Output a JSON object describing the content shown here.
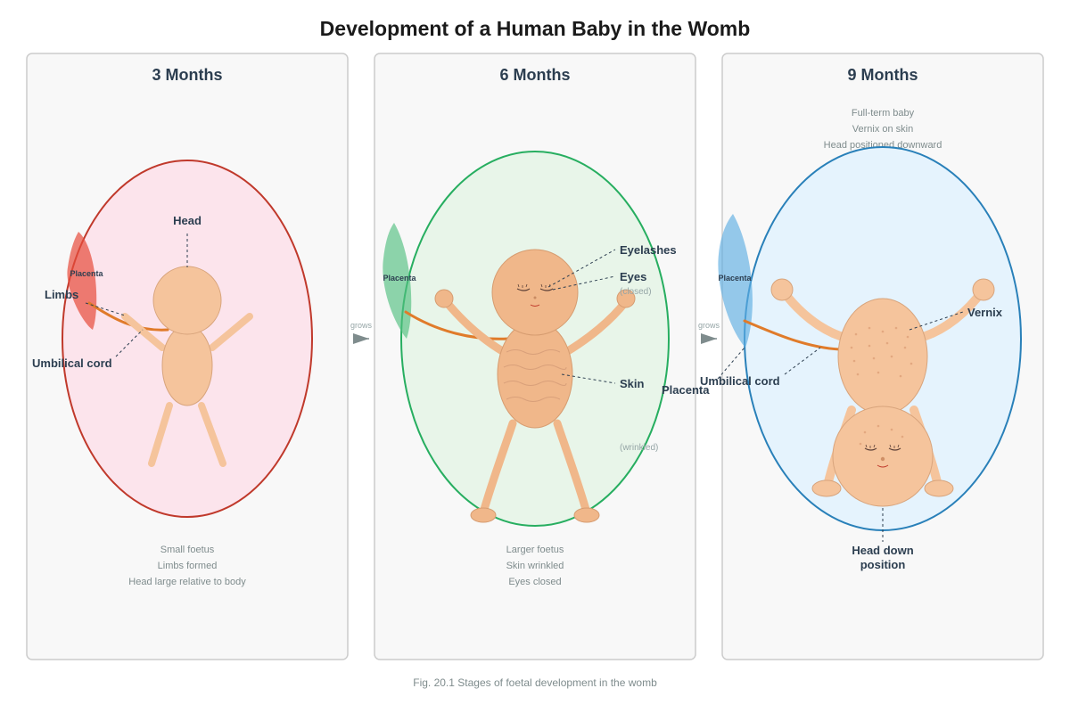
{
  "title": "Development of a Human Baby in the Womb",
  "caption": "Fig. 20.1 Stages of foetal development in the womb",
  "arrows": [
    "grows",
    "grows"
  ],
  "panels": [
    {
      "title": "3 Months",
      "placenta": "Placenta",
      "labels": {
        "head": "Head",
        "limbs": "Limbs",
        "cord": "Umbilical cord"
      },
      "notes": [
        "Small foetus",
        "Limbs formed",
        "Head large relative to body"
      ]
    },
    {
      "title": "6 Months",
      "placenta": "Placenta",
      "labels": {
        "eyelashes": "Eyelashes",
        "eyes": "Eyes",
        "eyes_sub": "(closed)",
        "skin": "Skin",
        "skin_sub": "(wrinkled)"
      },
      "notes": [
        "Larger foetus",
        "Skin wrinkled",
        "Eyes closed"
      ]
    },
    {
      "title": "9 Months",
      "placenta": "Placenta",
      "placenta_label": "Placenta",
      "labels": {
        "vernix": "Vernix",
        "cord": "Umbilical cord",
        "head_down": [
          "Head down",
          "position"
        ]
      },
      "notes": [
        "Full-term baby",
        "Vernix on skin",
        "Head positioned downward"
      ]
    }
  ],
  "colors": {
    "panel1_fill": "#fce4ec",
    "panel1_stroke": "#c0392b",
    "placenta1": "#e74c3c",
    "panel2_fill": "#e8f5e9",
    "panel2_stroke": "#27ae60",
    "placenta2": "#52be80",
    "panel3_fill": "#e3f2fd",
    "panel3_stroke": "#2980b9",
    "placenta3": "#5dade2"
  }
}
